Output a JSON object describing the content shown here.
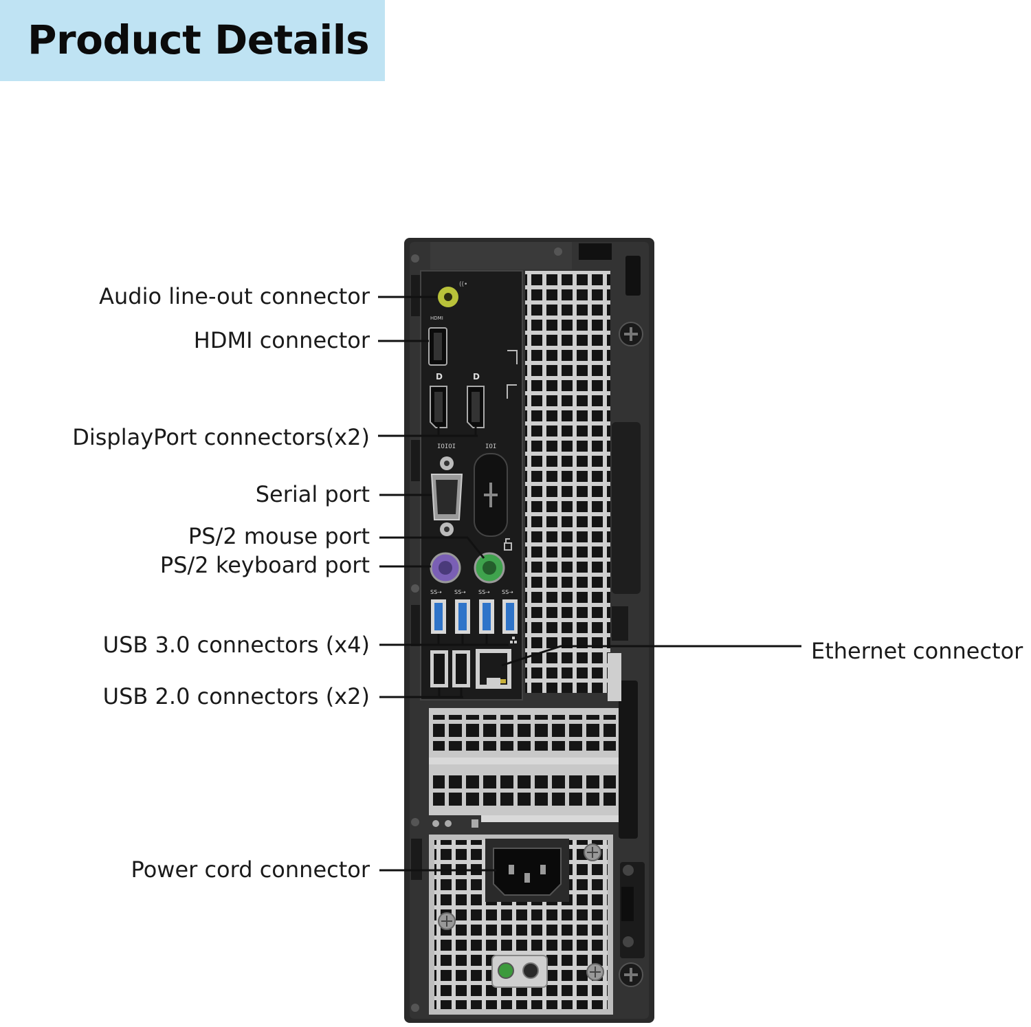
{
  "header": {
    "title": "Product Details"
  },
  "callouts": {
    "audio": "Audio line-out connector",
    "hdmi": "HDMI connector",
    "displayport": "DisplayPort connectors(x2)",
    "serial": "Serial port",
    "ps2_mouse": "PS/2 mouse port",
    "ps2_keyboard": "PS/2 keyboard port",
    "usb3": "USB 3.0 connectors (x4)",
    "usb2": "USB 2.0 connectors (x2)",
    "power": "Power cord connector",
    "ethernet": "Ethernet connector"
  },
  "port_markings": {
    "hdmi": "HDMI"
  },
  "colors": {
    "header_band": "#bfe3f3",
    "audio_port": "#b9c23a",
    "ps2_mouse": "#3fa34d",
    "ps2_keyboard": "#7a5fb5",
    "usb3_blue": "#2f74c9"
  }
}
